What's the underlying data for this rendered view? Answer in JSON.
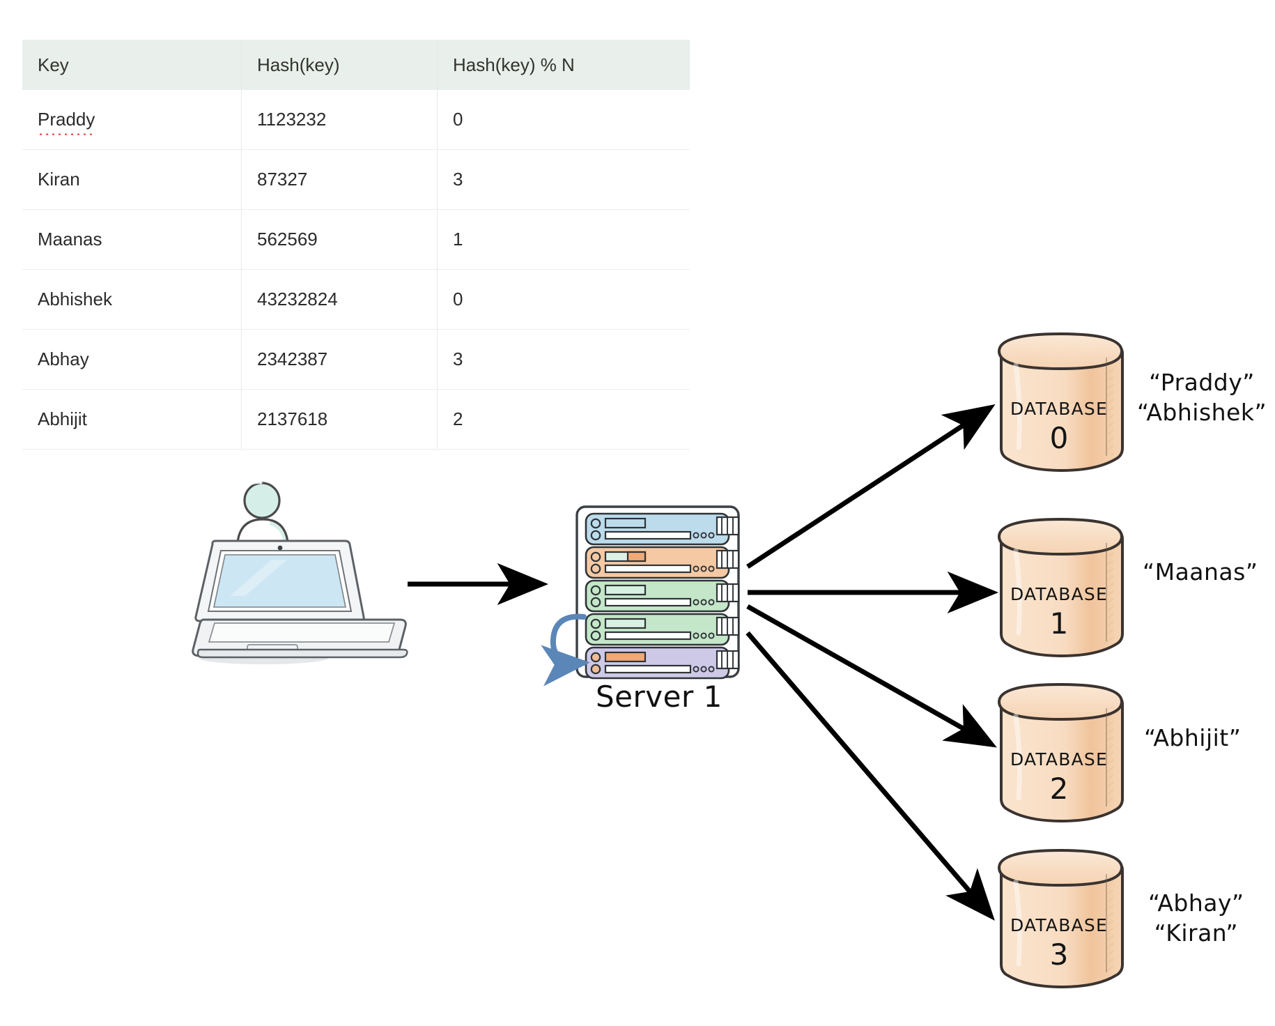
{
  "table": {
    "headers": [
      "Key",
      "Hash(key) % N",
      "Hash(key)"
    ],
    "columns": {
      "key": "Key",
      "hash": "Hash(key)",
      "mod": "Hash(key) % N"
    },
    "rows": [
      {
        "key": "Praddy",
        "hash": "1123232",
        "mod": "0",
        "misspelled": true
      },
      {
        "key": "Kiran",
        "hash": "87327",
        "mod": "3",
        "misspelled": false
      },
      {
        "key": "Maanas",
        "hash": "562569",
        "mod": "1",
        "misspelled": false
      },
      {
        "key": "Abhishek",
        "hash": "43232824",
        "mod": "0",
        "misspelled": false
      },
      {
        "key": "Abhay",
        "hash": "2342387",
        "mod": "3",
        "misspelled": false
      },
      {
        "key": "Abhijit",
        "hash": "2137618",
        "mod": "2",
        "misspelled": false
      }
    ]
  },
  "diagram": {
    "client": {
      "avatar_icon": "user-avatar-icon",
      "device_icon": "laptop-icon"
    },
    "request_arrow": "arrow-right-icon",
    "server": {
      "caption": "Server 1",
      "rack_icon": "server-rack-icon",
      "refresh_icon": "circular-arrow-icon",
      "slot_colors": [
        "#bcdcec",
        "#f5c9a3",
        "#c4e7c9",
        "#c4e7c9",
        "#cfc9e8"
      ]
    },
    "databases": [
      {
        "label": "DATABASE",
        "number": "0",
        "keys": "“Praddy”\n“Abhishek”",
        "keys_line1": "“Praddy”",
        "keys_line2": "“Abhishek”"
      },
      {
        "label": "DATABASE",
        "number": "1",
        "keys": "“Maanas”",
        "keys_line1": "“Maanas”",
        "keys_line2": ""
      },
      {
        "label": "DATABASE",
        "number": "2",
        "keys": "“Abhijit”",
        "keys_line1": "“Abhijit”",
        "keys_line2": ""
      },
      {
        "label": "DATABASE",
        "number": "3",
        "keys": "“Abhay”\n“Kiran”",
        "keys_line1": "“Abhay”",
        "keys_line2": "“Kiran”"
      }
    ],
    "fanout_arrows": [
      "arrow-to-database-0",
      "arrow-to-database-1",
      "arrow-to-database-2",
      "arrow-to-database-3"
    ]
  },
  "colors": {
    "table_header_bg": "#e9efea",
    "table_border": "#eceeec",
    "text": "#2b2b2b",
    "spellcheck_underline": "#e4614e",
    "database_fill": "#f8dcc1",
    "database_fill_shade": "#f2c9a2",
    "database_stroke": "#3a3330",
    "laptop_screen": "#cce6f4",
    "avatar_fill": "#cfeae4",
    "refresh_arrow": "#5b86b8",
    "arrow_stroke": "#000000"
  }
}
